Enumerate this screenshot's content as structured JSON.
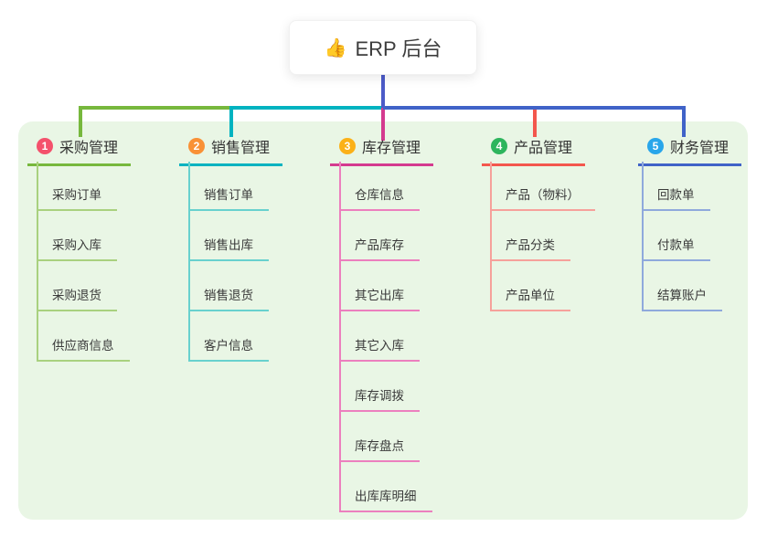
{
  "root": {
    "icon_glyph": "👍",
    "title": "ERP 后台"
  },
  "branches": [
    {
      "num": "1",
      "label": "采购管理",
      "color": "#77b83d",
      "light_color": "#a9d17f",
      "badge_color": "#f4516c",
      "children": [
        "采购订单",
        "采购入库",
        "采购退货",
        "供应商信息"
      ]
    },
    {
      "num": "2",
      "label": "销售管理",
      "color": "#00b3c0",
      "light_color": "#68d1ce",
      "badge_color": "#f99136",
      "children": [
        "销售订单",
        "销售出库",
        "销售退货",
        "客户信息"
      ]
    },
    {
      "num": "3",
      "label": "库存管理",
      "color": "#d43a8f",
      "light_color": "#ec7fbe",
      "badge_color": "#fbb118",
      "children": [
        "仓库信息",
        "产品库存",
        "其它出库",
        "其它入库",
        "库存调拨",
        "库存盘点",
        "出库库明细"
      ]
    },
    {
      "num": "4",
      "label": "产品管理",
      "color": "#f3574d",
      "light_color": "#f6a19b",
      "badge_color": "#2db55d",
      "children": [
        "产品（物料）",
        "产品分类",
        "产品单位"
      ]
    },
    {
      "num": "5",
      "label": "财务管理",
      "color": "#4063c8",
      "light_color": "#8fa9dc",
      "badge_color": "#29a6ea",
      "children": [
        "回款单",
        "付款单",
        "结算账户"
      ]
    }
  ],
  "colors": {
    "canvas_bg": "#ffffff",
    "panel_bg": "#e9f6e5",
    "root_link": "#4c5bc8",
    "text": "#333333"
  }
}
